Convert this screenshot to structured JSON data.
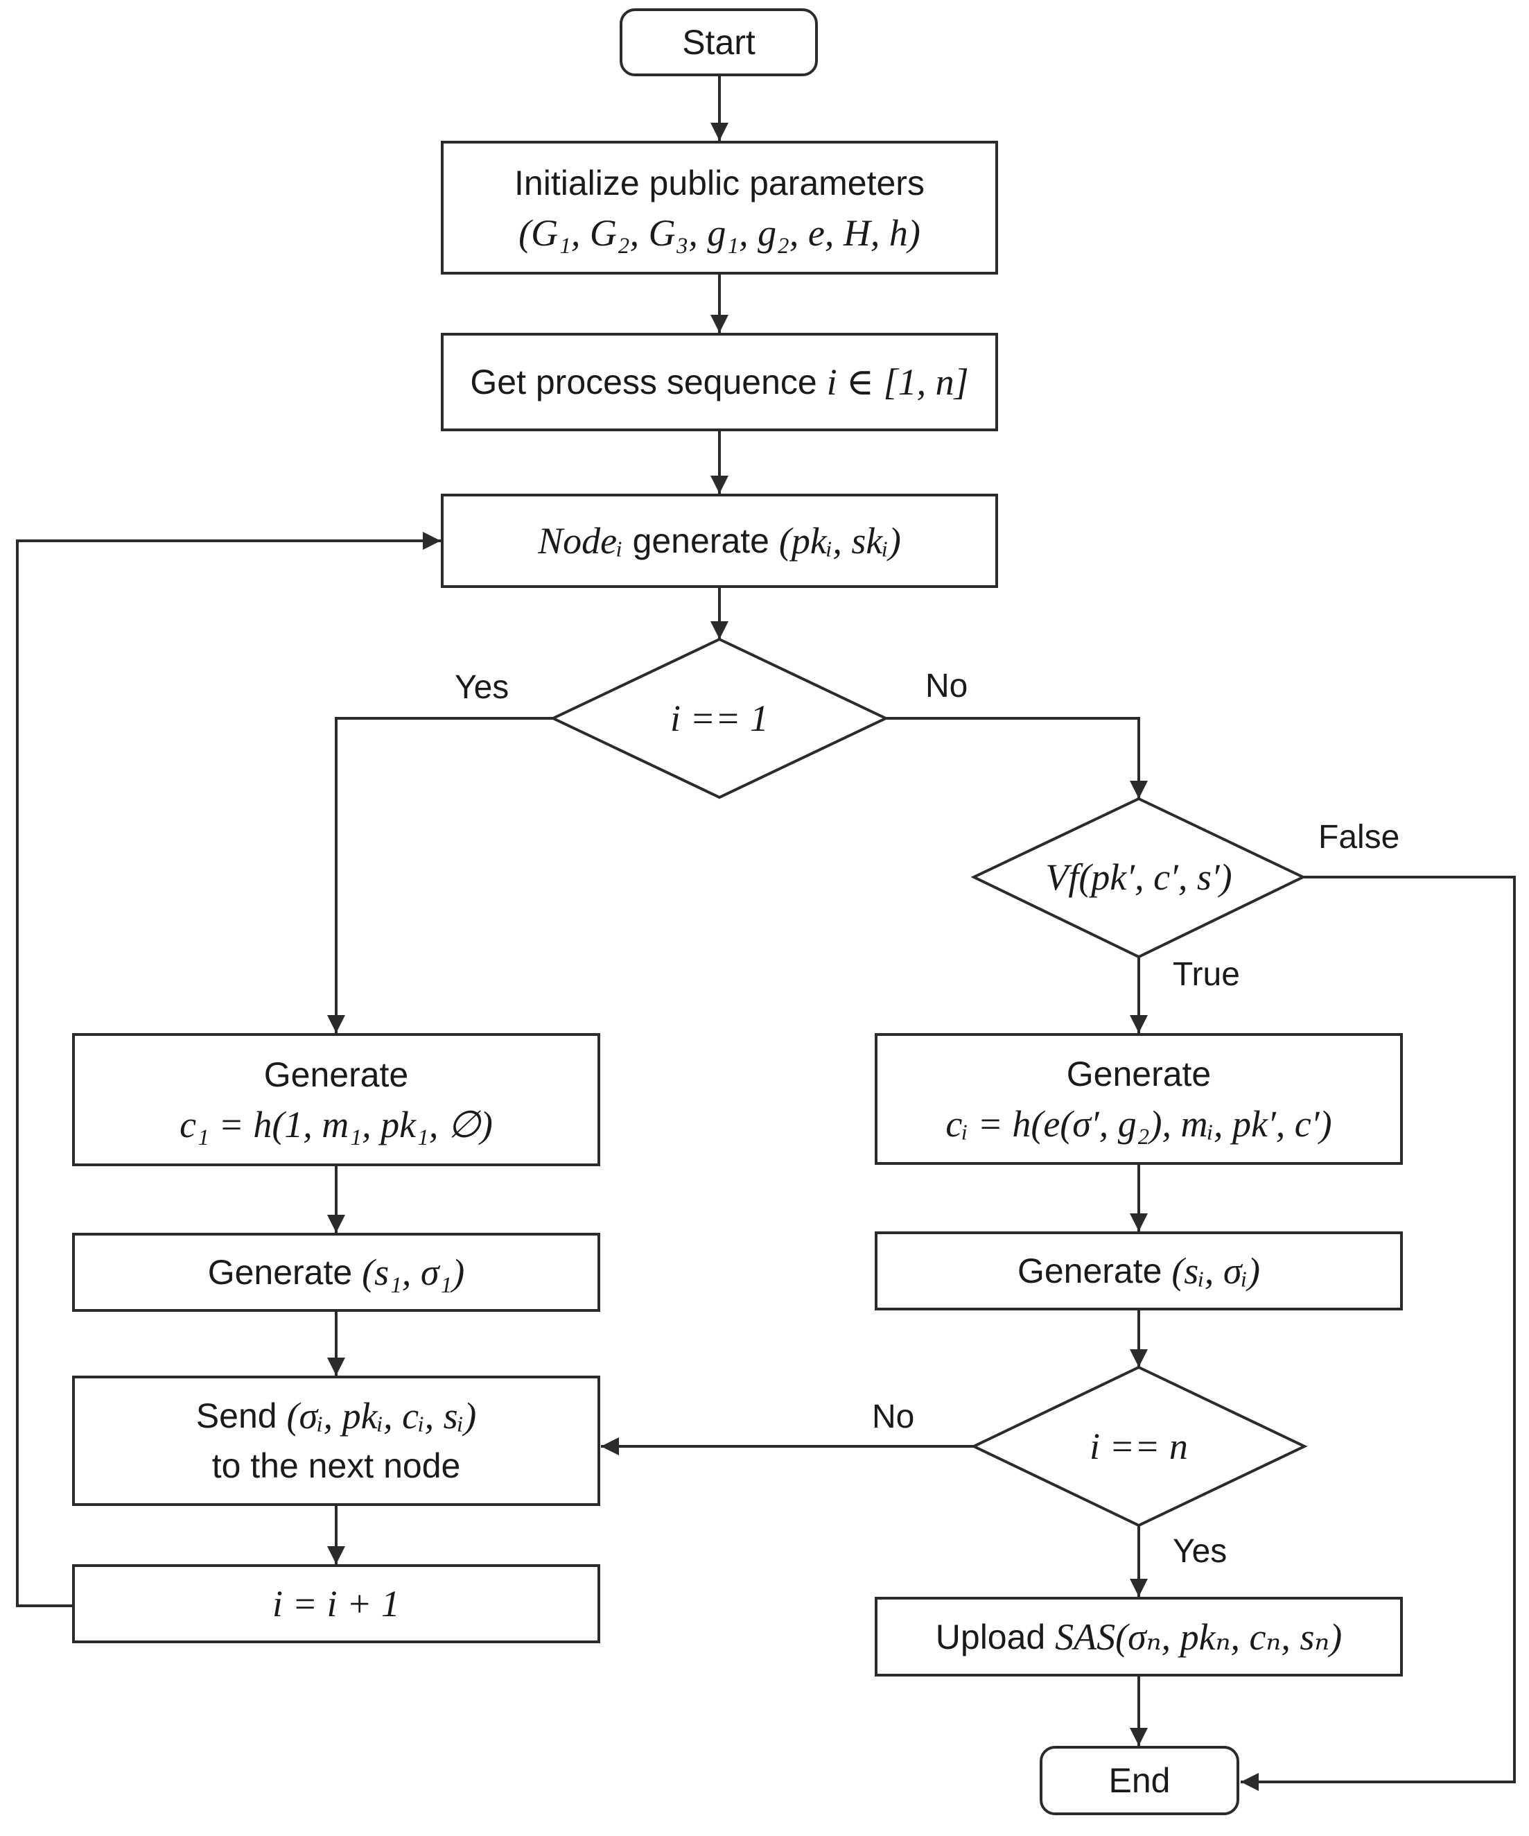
{
  "nodes": {
    "start": "Start",
    "init_line1": "Initialize public parameters",
    "init_line2": "(G₁, G₂, G₃, g₁, g₂, e, H, h)",
    "get_seq_text": "Get process sequence ",
    "get_seq_math": "i ∈ [1, n]",
    "node_gen_math1": "Nodeᵢ",
    "node_gen_text": " generate ",
    "node_gen_math2": "(pkᵢ, skᵢ)",
    "dec_i1": "i == 1",
    "dec_vf": "Vf(pk′, c′, s′)",
    "gen_c1_label": "Generate",
    "gen_c1_math": "c₁ = h(1, m₁, pk₁, ∅)",
    "gen_s1_text": "Generate ",
    "gen_s1_math": "(s₁, σ₁)",
    "send_line1_text": "Send ",
    "send_line1_math": "(σᵢ, pkᵢ, cᵢ, sᵢ)",
    "send_line2": "to the next node",
    "incr": "i = i + 1",
    "gen_ci_label": "Generate",
    "gen_ci_math": "cᵢ = h(e(σ′, g₂), mᵢ, pk′, c′)",
    "gen_si_text": "Generate ",
    "gen_si_math": "(sᵢ, σᵢ)",
    "dec_in": "i == n",
    "upload_text": "Upload ",
    "upload_math": "SAS(σₙ, pkₙ, cₙ, sₙ)",
    "end": "End"
  },
  "edge_labels": {
    "yes_left": "Yes",
    "no_right": "No",
    "false": "False",
    "true": "True",
    "no_left": "No",
    "yes_down": "Yes"
  },
  "colors": {
    "stroke": "#2b2b2b",
    "text": "#1a1a1a",
    "background": "#ffffff"
  }
}
